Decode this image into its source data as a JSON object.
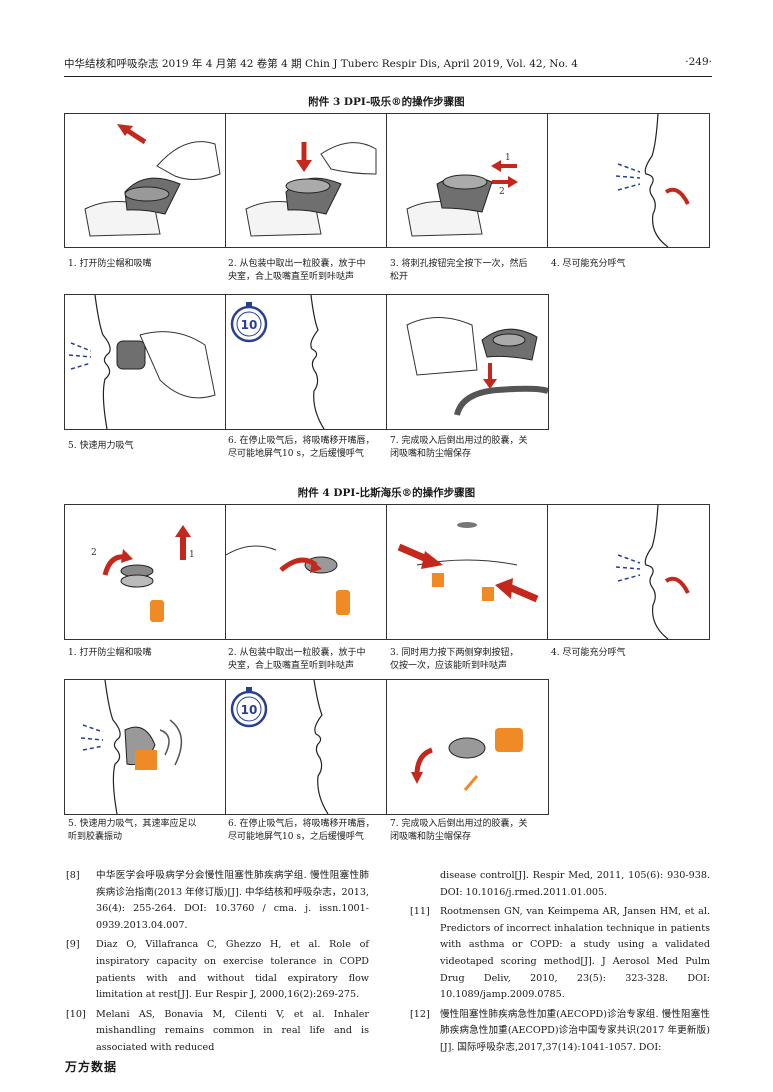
{
  "header": {
    "left": "中华结核和呼吸杂志 2019 年 4 月第 42 卷第 4 期 Chin J Tuberc Respir Dis, April 2019, Vol. 42, No. 4",
    "right": "·249·"
  },
  "fig3": {
    "title": "附件 3 DPI-吸乐®的操作步骤图",
    "clock_number": "10",
    "arrow_1": "1",
    "arrow_2": "2",
    "captions": [
      "1. 打开防尘帽和吸嘴",
      "2. 从包装中取出一粒胶囊，放于中\n央室，合上吸嘴直至听到咔哒声",
      "3. 将刺孔按钮完全按下一次，然后\n松开",
      "4. 尽可能充分呼气",
      "5. 快速用力吸气",
      "6. 在停止吸气后，将吸嘴移开嘴唇，\n尽可能地屏气10 s，之后缓慢呼气",
      "7. 完成吸入后倒出用过的胶囊，关\n闭吸嘴和防尘帽保存"
    ]
  },
  "fig4": {
    "title": "附件 4 DPI-比斯海乐®的操作步骤图",
    "clock_number": "10",
    "arrow_1": "1",
    "arrow_2": "2",
    "captions": [
      "1. 打开防尘帽和吸嘴",
      "2. 从包装中取出一粒胶囊，放于中\n央室，合上吸嘴直至听到咔哒声",
      "3. 同时用力按下两侧穿刺按钮，\n仅按一次，应该能听到咔哒声",
      "4. 尽可能充分呼气",
      "5. 快速用力吸气，其速率应足以\n听到胶囊振动",
      "6. 在停止吸气后，将吸嘴移开嘴唇，\n尽可能地屏气10 s，之后缓慢呼气",
      "7. 完成吸入后倒出用过的胶囊，关\n闭吸嘴和防尘帽保存"
    ]
  },
  "references_left": [
    {
      "num": "[8]",
      "text": "中华医学会呼吸病学分会慢性阻塞性肺疾病学组. 慢性阻塞性肺疾病诊治指南(2013 年修订版)[J]. 中华结核和呼吸杂志，2013, 36(4): 255-264. DOI: 10.3760 / cma. j. issn.1001-0939.2013.04.007."
    },
    {
      "num": "[9]",
      "text": "Diaz O, Villafranca C, Ghezzo H, et al. Role of inspiratory capacity on exercise tolerance in COPD patients with and without tidal expiratory flow limitation at rest[J]. Eur Respir J, 2000,16(2):269-275."
    },
    {
      "num": "[10]",
      "text": "Melani AS, Bonavia M, Cilenti V, et al. Inhaler mishandling remains common in real life and is associated with reduced"
    }
  ],
  "references_right": {
    "continuation": "disease control[J]. Respir Med, 2011, 105(6): 930-938. DOI: 10.1016/j.rmed.2011.01.005.",
    "items": [
      {
        "num": "[11]",
        "text": "Rootmensen GN, van Keimpema AR, Jansen HM, et al. Predictors of incorrect inhalation technique in patients with asthma or COPD: a study using a validated videotaped scoring method[J]. J Aerosol Med Pulm Drug Deliv, 2010, 23(5): 323-328. DOI: 10.1089/jamp.2009.0785."
      },
      {
        "num": "[12]",
        "text": "慢性阻塞性肺疾病急性加重(AECOPD)诊治专家组. 慢性阻塞性肺疾病急性加重(AECOPD)诊治中国专家共识(2017 年更新版)[J]. 国际呼吸杂志,2017,37(14):1041-1057. DOI:"
      }
    ]
  },
  "footer": "万方数据",
  "colors": {
    "arrow_red": "#c4281c",
    "dash_blue": "#2a3f8f",
    "capsule_orange": "#f08a24",
    "device_gray": "#6f6f6f"
  }
}
